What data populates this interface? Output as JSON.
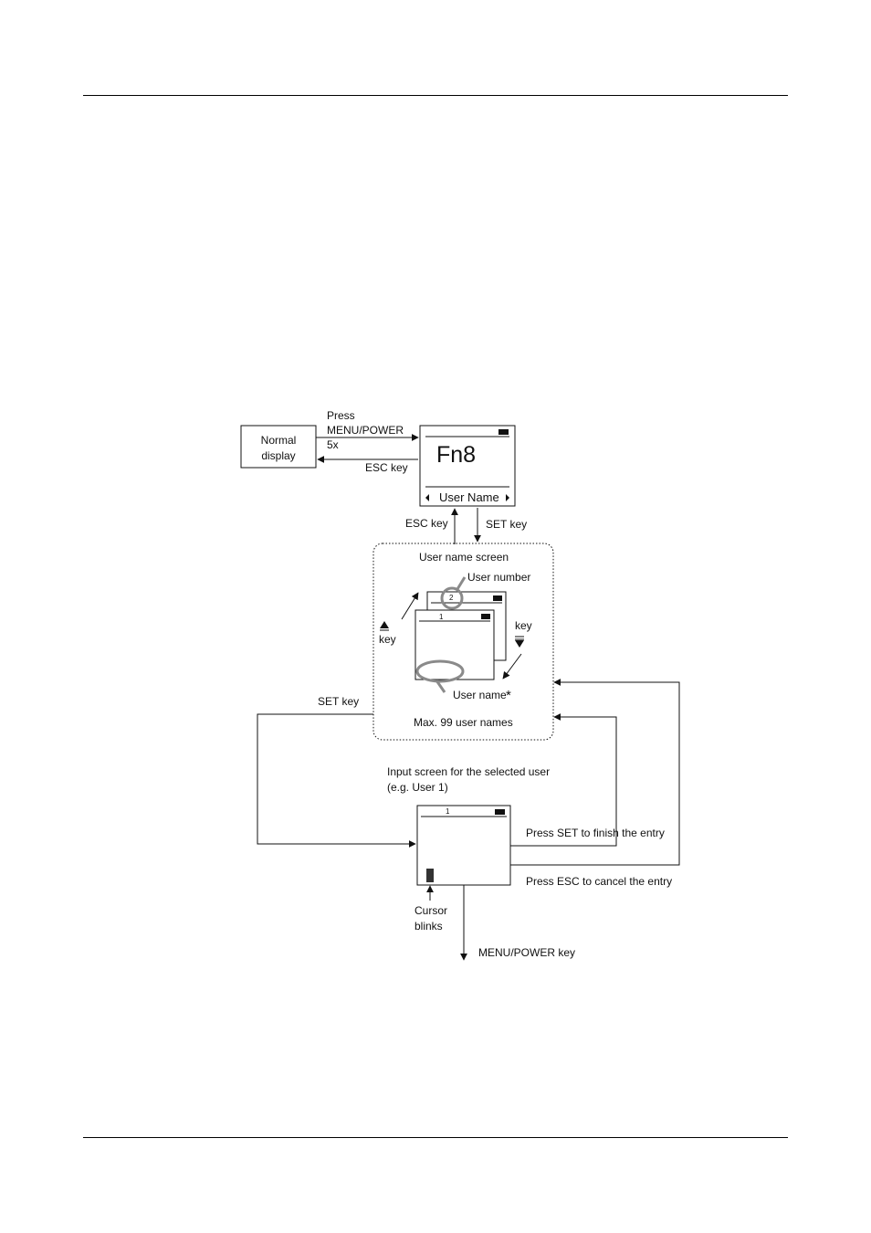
{
  "labels": {
    "normal_display": [
      "Normal",
      "display"
    ],
    "press_menu": [
      "Press",
      "MENU/POWER",
      "5x"
    ],
    "esc_key_top": "ESC key",
    "esc_key_left": "ESC key",
    "set_key_right": "SET key",
    "set_key_left": "SET key",
    "user_name_screen": "User name screen",
    "user_number": "User number",
    "up_key": "key",
    "down_key": "key",
    "user_name": "User name",
    "asterisk": "*",
    "max_users": "Max. 99 user names",
    "input_screen": [
      "Input screen for the selected user",
      "(e.g. User 1)"
    ],
    "press_set_finish": "Press SET to finish the entry",
    "press_esc_cancel": "Press ESC to cancel the entry",
    "cursor_blinks": [
      "Cursor",
      "blinks"
    ],
    "menu_power_key": "MENU/POWER key"
  },
  "display": {
    "fn_code": "Fn8",
    "menu_label": "User Name",
    "user_number_back": "2",
    "user_number_front": "1",
    "input_user_number": "1"
  },
  "icons": {
    "left_arrow": "left-triangle-icon",
    "right_arrow": "right-triangle-icon",
    "up_key": "up-key-icon",
    "down_key": "down-key-icon",
    "battery": "battery-icon"
  }
}
